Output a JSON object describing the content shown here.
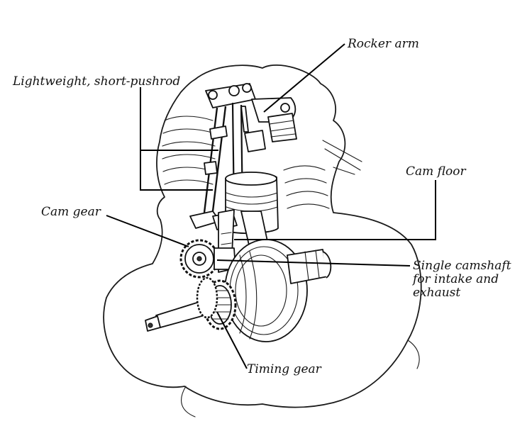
{
  "labels": {
    "rocker_arm": "Rocker arm",
    "pushrod": "Lightweight, short-pushrod",
    "cam_floor": "Cam floor",
    "cam_gear": "Cam gear",
    "camshaft": "Single camshaft for intake and exhaust",
    "timing_gear": "Timing gear"
  },
  "colors": {
    "line": "#111111",
    "background": "#ffffff"
  }
}
